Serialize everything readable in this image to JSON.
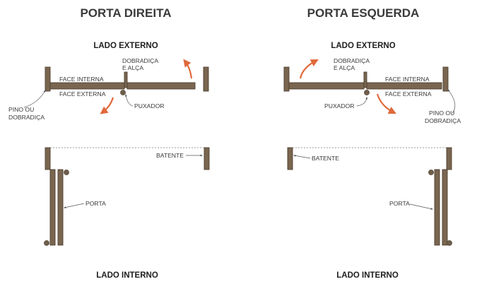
{
  "colors": {
    "wood": "#7a6650",
    "wood_edge": "#4e3f2f",
    "arrow": "#e0693a",
    "text": "#3a3a3a"
  },
  "right_door": {
    "title": "PORTA DIREITA",
    "top_side": "LADO EXTERNO",
    "bottom_side": "LADO INTERNO",
    "hinge_label_1": "DOBRADIÇA",
    "hinge_label_2": "E ALÇA",
    "face_internal": "FACE INTERNA",
    "face_external": "FACE EXTERNA",
    "pin_label_1": "PINO OU",
    "pin_label_2": "DOBRADIÇA",
    "handle_label": "PUXADOR",
    "stop_label": "BATENTE",
    "door_label": "PORTA"
  },
  "left_door": {
    "title": "PORTA ESQUERDA",
    "top_side": "LADO EXTERNO",
    "bottom_side": "LADO INTERNO",
    "hinge_label_1": "DOBRADIÇA",
    "hinge_label_2": "E ALÇA",
    "face_internal": "FACE INTERNA",
    "face_external": "FACE EXTERNA",
    "pin_label_1": "PINO OU",
    "pin_label_2": "DOBRADIÇA",
    "handle_label": "PUXADOR",
    "stop_label": "BATENTE",
    "door_label": "PORTA"
  }
}
